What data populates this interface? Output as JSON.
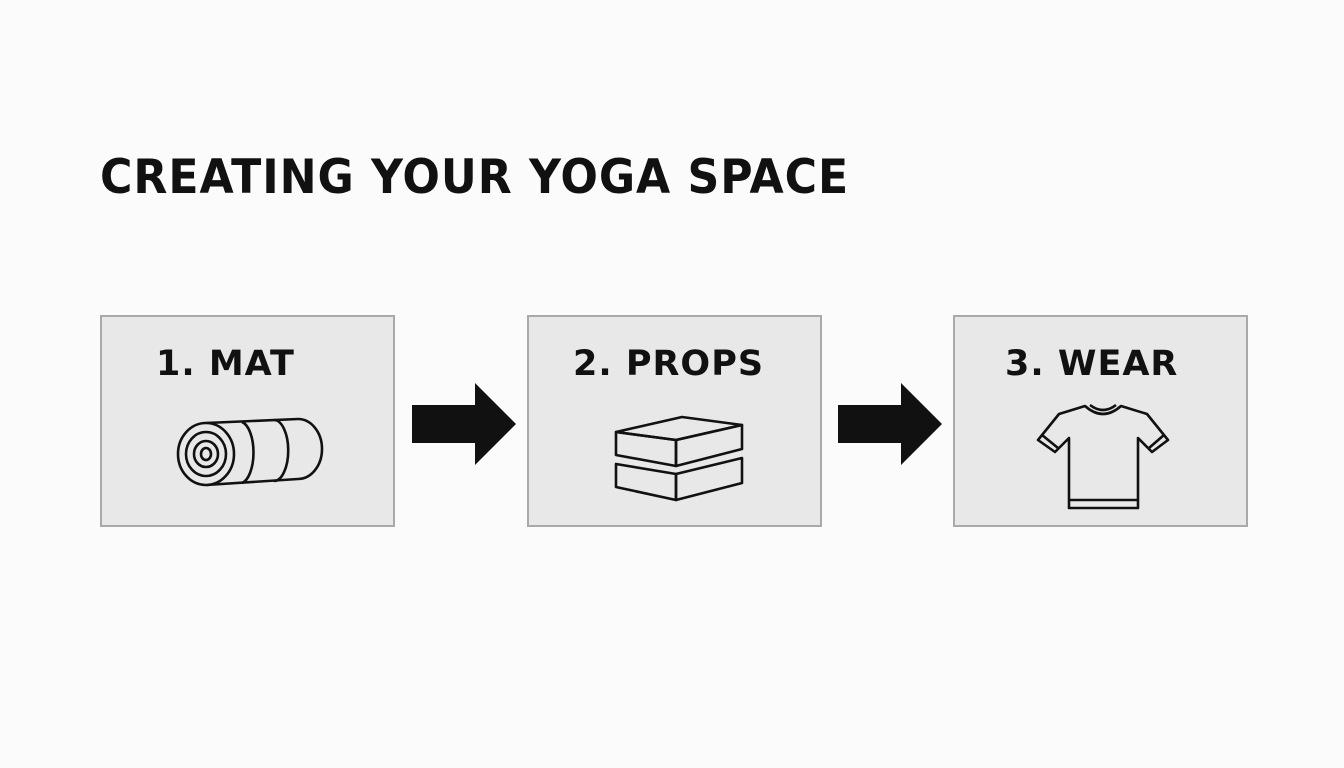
{
  "title": "CREATING YOUR YOGA SPACE",
  "steps": [
    {
      "label": "1. MAT",
      "icon": "yoga-mat-icon"
    },
    {
      "label": "2. PROPS",
      "icon": "yoga-blocks-icon"
    },
    {
      "label": "3. WEAR",
      "icon": "t-shirt-icon"
    }
  ],
  "arrow_icon": "right-arrow-icon",
  "colors": {
    "background": "#fbfbfb",
    "box_fill": "#e8e8e8",
    "box_border": "#a9a9a9",
    "ink": "#111111"
  }
}
